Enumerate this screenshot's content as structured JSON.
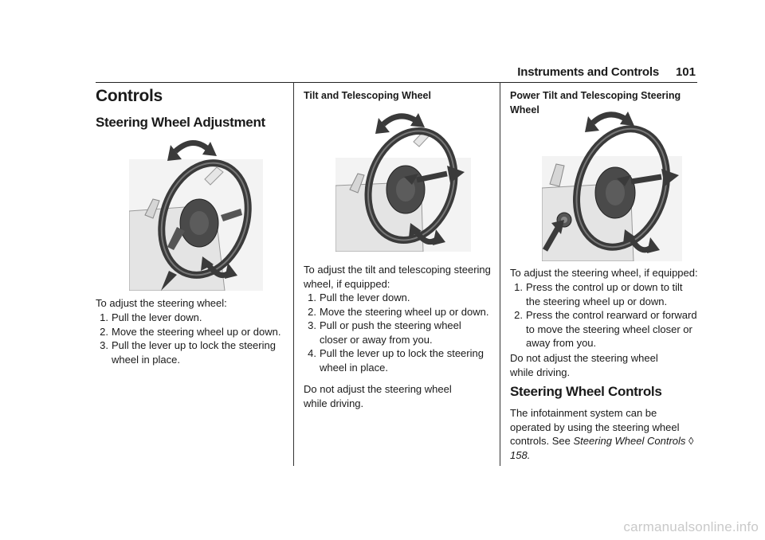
{
  "header": {
    "section": "Instruments and Controls",
    "page_number": "101"
  },
  "column1": {
    "section_title": "Controls",
    "subsection_title": "Steering Wheel Adjustment",
    "intro": "To adjust the steering wheel:",
    "steps": [
      {
        "num": "1.",
        "text": "Pull the lever down."
      },
      {
        "num": "2.",
        "text": "Move the steering wheel up or down."
      },
      {
        "num": "3.",
        "text": "Pull the lever up to lock the steering wheel in place."
      }
    ]
  },
  "column2": {
    "figure_title": "Tilt and Telescoping Wheel",
    "intro": "To adjust the tilt and telescoping steering wheel, if equipped:",
    "steps": [
      {
        "num": "1.",
        "text": "Pull the lever down."
      },
      {
        "num": "2.",
        "text": "Move the steering wheel up or down."
      },
      {
        "num": "3.",
        "text": "Pull or push the steering wheel closer or away from you."
      },
      {
        "num": "4.",
        "text": "Pull the lever up to lock the steering wheel in place."
      }
    ],
    "note": "Do not adjust the steering wheel while driving."
  },
  "column3": {
    "figure_title": "Power Tilt and Telescoping Steering Wheel",
    "intro": "To adjust the steering wheel, if equipped:",
    "steps": [
      {
        "num": "1.",
        "text": "Press the control up or down to tilt the steering wheel up or down."
      },
      {
        "num": "2.",
        "text": "Press the control rearward or forward to move the steering wheel closer or away from you."
      }
    ],
    "note": "Do not adjust the steering wheel while driving.",
    "subsection_title": "Steering Wheel Controls",
    "body": "The infotainment system can be operated by using the steering wheel controls. See",
    "reference": "Steering Wheel Controls",
    "reference_symbol": "◊",
    "reference_page": "158."
  },
  "watermark": "carmanualsonline.info",
  "colors": {
    "text": "#1a1a1a",
    "illustration_dark": "#3a3a3a",
    "illustration_light": "#dcdcdc"
  }
}
